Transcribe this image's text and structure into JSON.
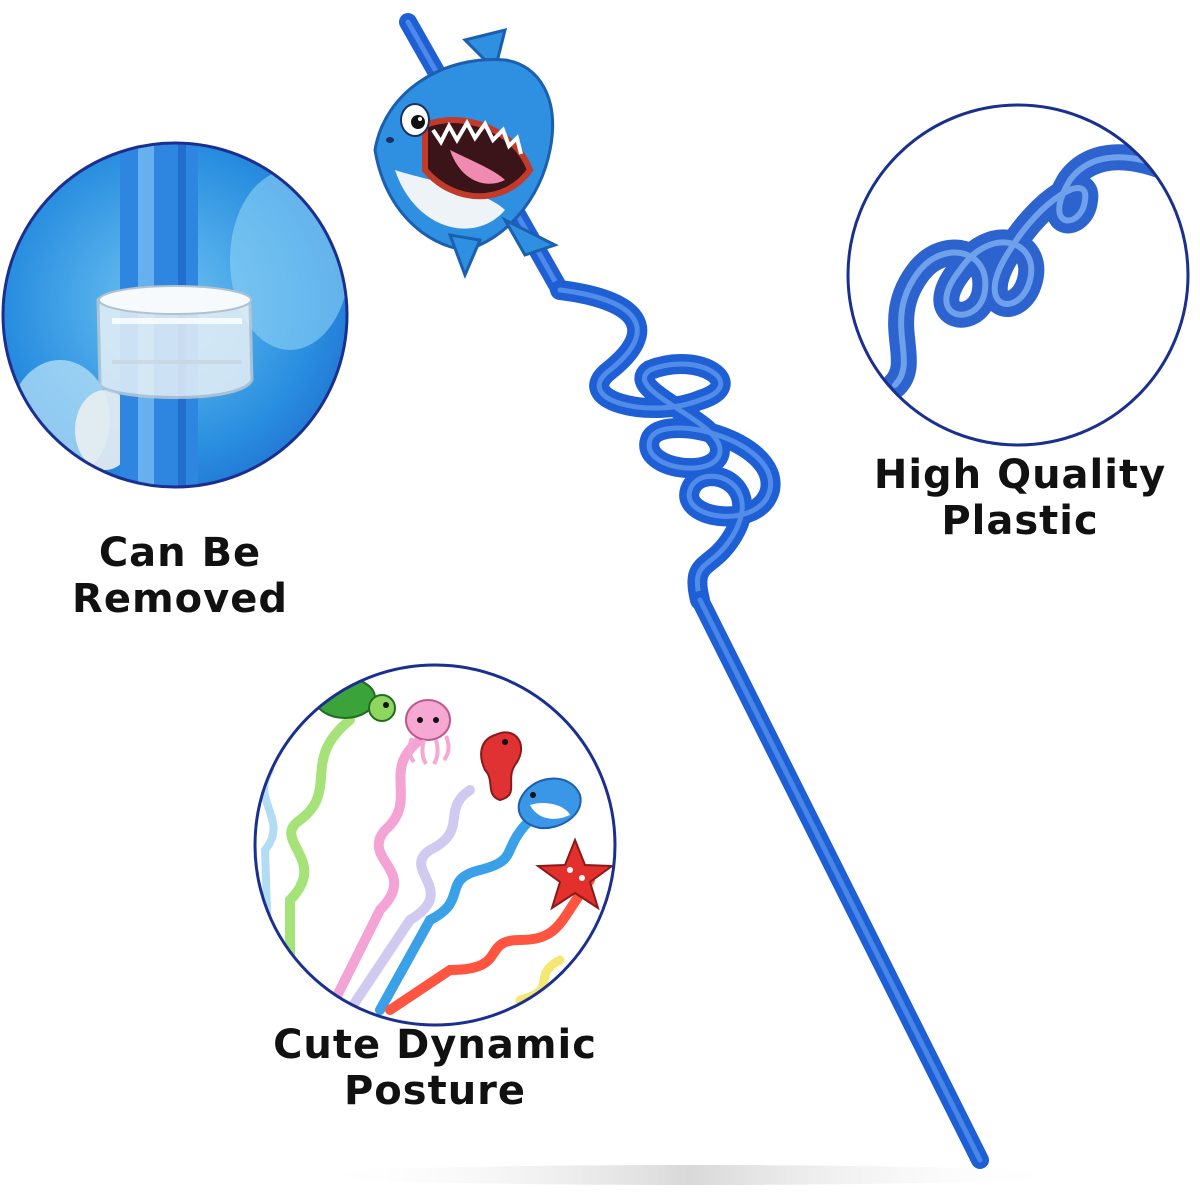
{
  "colors": {
    "straw_blue": "#1f5fd6",
    "straw_blue_light": "#4a8cf0",
    "circle_outline": "#1a2f8f",
    "shark_blue": "#2f8fe0",
    "text": "#111111"
  },
  "callouts": {
    "removable": {
      "line1": "Can Be",
      "line2": "Removed",
      "icon": "detachable-ring-closeup"
    },
    "quality": {
      "line1": "High Quality",
      "line2": "Plastic",
      "icon": "straw-coil-closeup"
    },
    "posture": {
      "line1": "Cute Dynamic",
      "line2": "Posture",
      "icon": "assorted-sea-animal-straws"
    }
  },
  "product": {
    "topper": "shark-icon"
  }
}
